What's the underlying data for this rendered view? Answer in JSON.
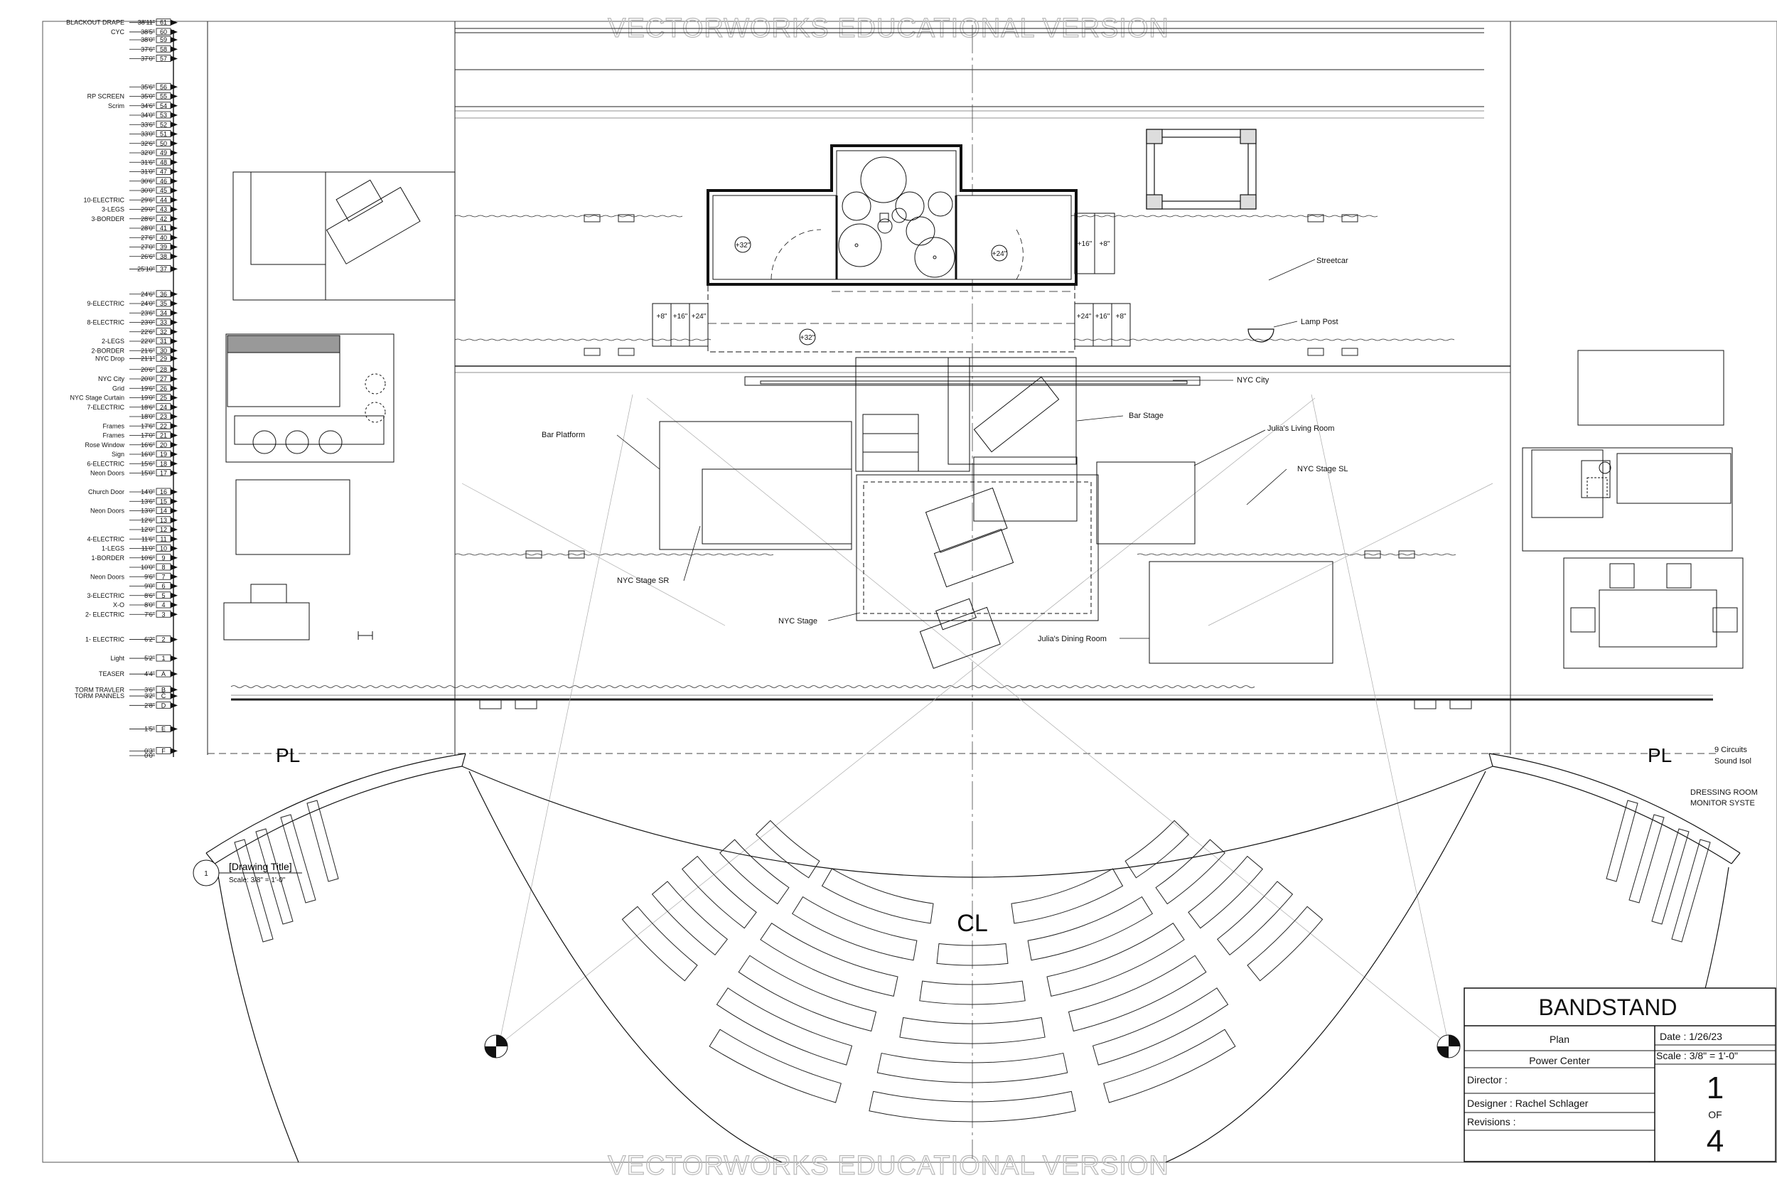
{
  "watermark": {
    "top": "VECTORWORKS EDUCATIONAL VERSION",
    "bottom": "VECTORWORKS EDUCATIONAL VERSION"
  },
  "linesets": [
    {
      "name": "BLACKOUT DRAPE",
      "dist": "38'11\"",
      "num": "61"
    },
    {
      "name": "CYC",
      "dist": "38'5\"",
      "num": "60"
    },
    {
      "name": "",
      "dist": "38'0\"",
      "num": "59"
    },
    {
      "name": "",
      "dist": "37'6\"",
      "num": "58"
    },
    {
      "name": "",
      "dist": "37'0\"",
      "num": "57"
    },
    {
      "name": "",
      "dist": "35'6\"",
      "num": "56"
    },
    {
      "name": "RP SCREEN",
      "dist": "35'0\"",
      "num": "55"
    },
    {
      "name": "Scrim",
      "dist": "34'6\"",
      "num": "54"
    },
    {
      "name": "",
      "dist": "34'0\"",
      "num": "53"
    },
    {
      "name": "",
      "dist": "33'6\"",
      "num": "52"
    },
    {
      "name": "",
      "dist": "33'0\"",
      "num": "51"
    },
    {
      "name": "",
      "dist": "32'6\"",
      "num": "50"
    },
    {
      "name": "",
      "dist": "32'0\"",
      "num": "49"
    },
    {
      "name": "",
      "dist": "31'6\"",
      "num": "48"
    },
    {
      "name": "",
      "dist": "31'0\"",
      "num": "47"
    },
    {
      "name": "",
      "dist": "30'6\"",
      "num": "46"
    },
    {
      "name": "",
      "dist": "30'0\"",
      "num": "45"
    },
    {
      "name": "10-ELECTRIC",
      "dist": "29'6\"",
      "num": "44"
    },
    {
      "name": "3-LEGS",
      "dist": "29'0\"",
      "num": "43"
    },
    {
      "name": "3-BORDER",
      "dist": "28'6\"",
      "num": "42"
    },
    {
      "name": "",
      "dist": "28'0\"",
      "num": "41"
    },
    {
      "name": "",
      "dist": "27'6\"",
      "num": "40"
    },
    {
      "name": "",
      "dist": "27'0\"",
      "num": "39"
    },
    {
      "name": "",
      "dist": "26'6\"",
      "num": "38"
    },
    {
      "name": "",
      "dist": "25'10\"",
      "num": "37"
    },
    {
      "name": "",
      "dist": "24'6\"",
      "num": "36"
    },
    {
      "name": "9-ELECTRIC",
      "dist": "24'0\"",
      "num": "35"
    },
    {
      "name": "",
      "dist": "23'6\"",
      "num": "34"
    },
    {
      "name": "8-ELECTRIC",
      "dist": "23'0\"",
      "num": "33"
    },
    {
      "name": "",
      "dist": "22'6\"",
      "num": "32"
    },
    {
      "name": "2-LEGS",
      "dist": "22'0\"",
      "num": "31"
    },
    {
      "name": "2-BORDER",
      "dist": "21'6\"",
      "num": "30"
    },
    {
      "name": "NYC Drop",
      "dist": "21'1\"",
      "num": "29"
    },
    {
      "name": "",
      "dist": "20'6\"",
      "num": "28"
    },
    {
      "name": "NYC City",
      "dist": "20'0\"",
      "num": "27"
    },
    {
      "name": "Grid",
      "dist": "19'6\"",
      "num": "26"
    },
    {
      "name": "NYC Stage Curtain",
      "dist": "19'0\"",
      "num": "25"
    },
    {
      "name": "7-ELECTRIC",
      "dist": "18'6\"",
      "num": "24"
    },
    {
      "name": "",
      "dist": "18'0\"",
      "num": "23"
    },
    {
      "name": "Frames",
      "dist": "17'6\"",
      "num": "22"
    },
    {
      "name": "Frames",
      "dist": "17'0\"",
      "num": "21"
    },
    {
      "name": "Rose Window",
      "dist": "16'6\"",
      "num": "20"
    },
    {
      "name": "Sign",
      "dist": "16'0\"",
      "num": "19"
    },
    {
      "name": "6-ELECTRIC",
      "dist": "15'6\"",
      "num": "18"
    },
    {
      "name": "Neon Doors",
      "dist": "15'0\"",
      "num": "17"
    },
    {
      "name": "Church Door",
      "dist": "14'0\"",
      "num": "16"
    },
    {
      "name": "",
      "dist": "13'6\"",
      "num": "15"
    },
    {
      "name": "Neon Doors",
      "dist": "13'0\"",
      "num": "14"
    },
    {
      "name": "",
      "dist": "12'6\"",
      "num": "13"
    },
    {
      "name": "",
      "dist": "12'0\"",
      "num": "12"
    },
    {
      "name": "4-ELECTRIC",
      "dist": "11'6\"",
      "num": "11"
    },
    {
      "name": "1-LEGS",
      "dist": "11'0\"",
      "num": "10"
    },
    {
      "name": "1-BORDER",
      "dist": "10'6\"",
      "num": "9"
    },
    {
      "name": "",
      "dist": "10'0\"",
      "num": "8"
    },
    {
      "name": "Neon Doors",
      "dist": "9'6\"",
      "num": "7"
    },
    {
      "name": "",
      "dist": "9'0\"",
      "num": "6"
    },
    {
      "name": "3-ELECTRIC",
      "dist": "8'6\"",
      "num": "5"
    },
    {
      "name": "X-O",
      "dist": "8'0\"",
      "num": "4"
    },
    {
      "name": "2- ELECTRIC",
      "dist": "7'6\"",
      "num": "3"
    },
    {
      "name": "1- ELECTRIC",
      "dist": "6'2\"",
      "num": "2"
    },
    {
      "name": "Light",
      "dist": "5'2\"",
      "num": "1"
    },
    {
      "name": "TEASER",
      "dist": "4'4\"",
      "num": "A"
    },
    {
      "name": "TORM TRAVLER",
      "dist": "3'6\"",
      "num": "B"
    },
    {
      "name": "TORM PANNELS",
      "dist": "3'2\"",
      "num": "C"
    },
    {
      "name": "",
      "dist": "2'8\"",
      "num": "D"
    },
    {
      "name": "",
      "dist": "1'5\"",
      "num": "E"
    },
    {
      "name": "",
      "dist": "0'3\"",
      "num": "F"
    },
    {
      "name": "",
      "dist": "0'0\"",
      "num": ""
    }
  ],
  "labels": {
    "streetcar": "Streetcar",
    "lamp_post": "Lamp Post",
    "nyc_city": "NYC City",
    "bar_platform": "Bar Platform",
    "bar_stage": "Bar Stage",
    "julias_living_room": "Julia's Living Room",
    "nyc_stage_sl": "NYC Stage SL",
    "nyc_stage_sr": "NYC Stage SR",
    "nyc_stage": "NYC Stage",
    "julias_dining_room": "Julia's Dining Room",
    "pl_left": "PL",
    "pl_right": "PL",
    "centerline": "CL",
    "circuits": "9 Circuits",
    "sound_iso": "Sound Isol",
    "dressing_room": "DRESSING ROOM",
    "monitor_system": "MONITOR SYSTE"
  },
  "platform_heights": {
    "left_room": "+32\"",
    "right_room": "+24\"",
    "front": "+32\"",
    "left_steps": [
      "+8\"",
      "+16\"",
      "+24\""
    ],
    "right_steps": [
      "+24\"",
      "+16\"",
      "+8\""
    ],
    "upper_steps": [
      "+16\"",
      "+8\""
    ]
  },
  "drawing_marker": {
    "number": "1",
    "title": "[Drawing Title]",
    "scale": "Scale: 3/8\" = 1'-0\""
  },
  "title_block": {
    "show": "BANDSTAND",
    "drawing": "Plan",
    "date": "Date : 1/26/23",
    "venue": "Power Center",
    "scale": "Scale : 3/8\" = 1'-0\"",
    "director": "Director :",
    "designer": "Designer :  Rachel Schlager",
    "revisions": "Revisions :",
    "sheet": "1",
    "of": "OF",
    "total": "4"
  }
}
